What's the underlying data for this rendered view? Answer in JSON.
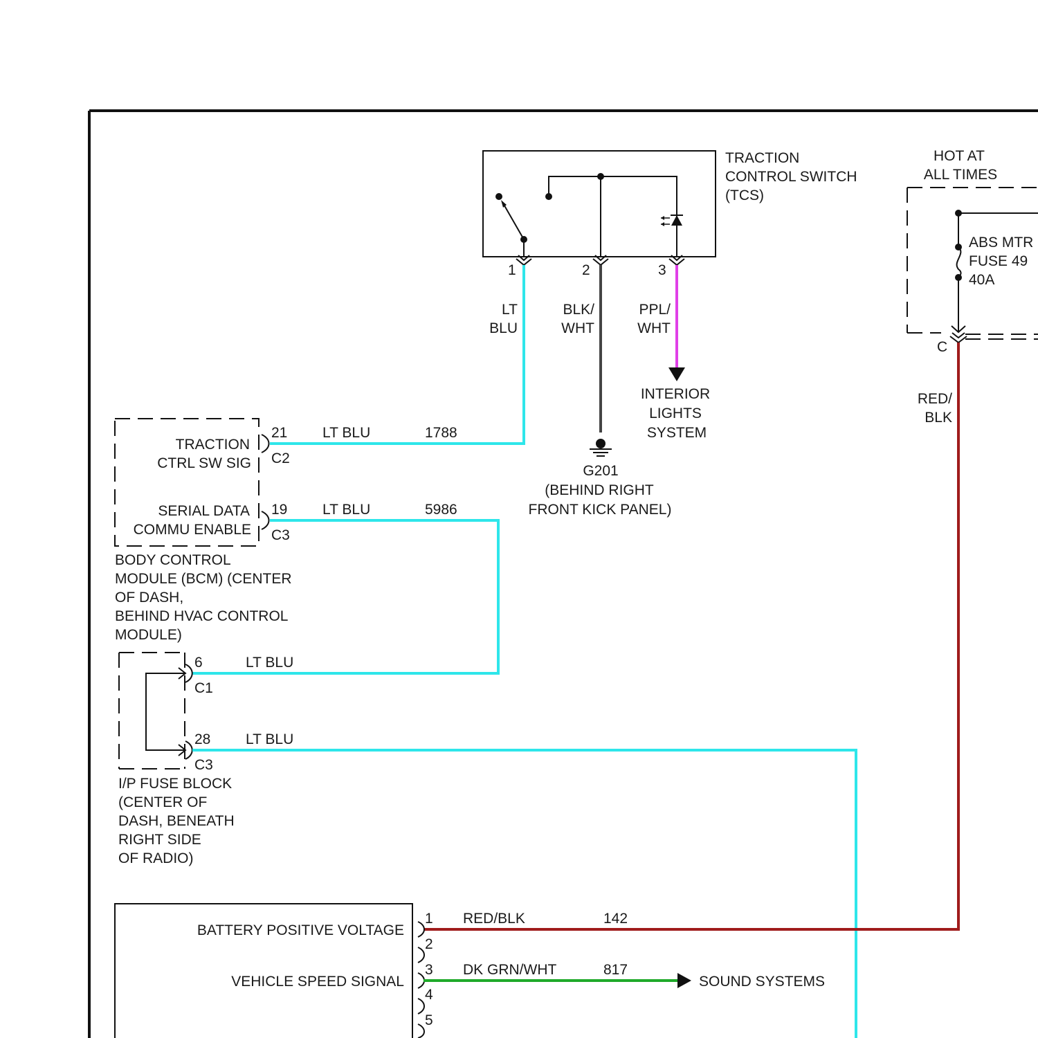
{
  "colors": {
    "lt_blu": "#2ee6ea",
    "red_blk": "#a01c1c",
    "blk_wht": "#444444",
    "ppl_wht": "#e040e8",
    "dk_grn_wht": "#1faa2a",
    "outline": "#111111"
  },
  "tcs": {
    "title": [
      "TRACTION",
      "CONTROL SWITCH",
      "(TCS)"
    ],
    "pins": [
      "1",
      "2",
      "3"
    ],
    "wire_labels": {
      "pin1": [
        "LT",
        "BLU"
      ],
      "pin2": [
        "BLK/",
        "WHT"
      ],
      "pin3": [
        "PPL/",
        "WHT"
      ]
    }
  },
  "interior_lights": [
    "INTERIOR",
    "LIGHTS",
    "SYSTEM"
  ],
  "ground": [
    "G201",
    "(BEHIND RIGHT",
    "FRONT KICK PANEL)"
  ],
  "fuse_box": {
    "hot_label": [
      "HOT AT",
      "ALL TIMES"
    ],
    "fuse_label": [
      "ABS MTR",
      "FUSE 49",
      "40A"
    ],
    "connector": "C",
    "wire_label": [
      "RED/",
      "BLK"
    ]
  },
  "bcm": {
    "pin21_label": [
      "TRACTION",
      "CTRL SW SIG"
    ],
    "pin19_label": [
      "SERIAL DATA",
      "COMMU ENABLE"
    ],
    "pin21": "21",
    "pin21_conn": "C2",
    "pin19": "19",
    "pin19_conn": "C3",
    "caption": [
      "BODY CONTROL",
      "MODULE (BCM) (CENTER",
      "OF DASH,",
      "BEHIND HVAC CONTROL",
      "MODULE)"
    ],
    "wire1": {
      "color": "LT BLU",
      "circuit": "1788"
    },
    "wire2": {
      "color": "LT BLU",
      "circuit": "5986"
    }
  },
  "ip_fuse": {
    "pin6": "6",
    "pin6_conn": "C1",
    "pin28": "28",
    "pin28_conn": "C3",
    "wire6": "LT BLU",
    "wire28": "LT BLU",
    "caption": [
      "I/P FUSE BLOCK",
      "(CENTER OF",
      "DASH, BENEATH",
      "RIGHT SIDE",
      "OF RADIO)"
    ]
  },
  "module": {
    "labels": [
      "BATTERY POSITIVE VOLTAGE",
      "VEHICLE SPEED SIGNAL"
    ],
    "pins": [
      "1",
      "2",
      "3",
      "4",
      "5"
    ],
    "wire1": {
      "color": "RED/BLK",
      "circuit": "142"
    },
    "wire3": {
      "color": "DK GRN/WHT",
      "circuit": "817"
    },
    "sound": "SOUND SYSTEMS"
  }
}
